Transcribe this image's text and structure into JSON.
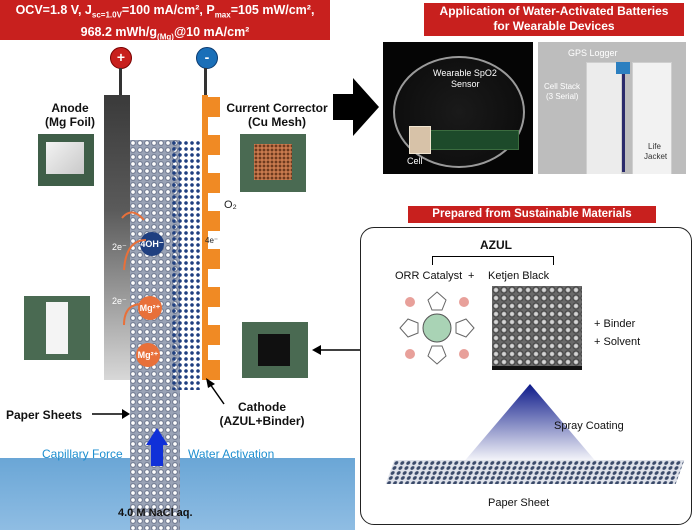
{
  "header": {
    "line1": "OCV=1.8 V, J",
    "line1_sub1": "sc=1.0V",
    "line1_mid": "=100 mA/cm², P",
    "line1_sub2": "max",
    "line1_end": "=105 mW/cm²,",
    "line2": "968.2 mWh/g",
    "line2_sub": "(Mg)",
    "line2_end": "@10 mA/cm²"
  },
  "app_banner": {
    "line1": "Application of Water-Activated Batteries",
    "line2": "for Wearable Devices"
  },
  "photo1": {
    "sensor_label_1": "Wearable SpO2",
    "sensor_label_2": "Sensor",
    "cell_label": "Cell"
  },
  "photo2": {
    "gps_label": "GPS Logger",
    "stack_label_1": "Cell Stack",
    "stack_label_2": "(3 Serial)",
    "jacket_label_1": "Life",
    "jacket_label_2": "Jacket"
  },
  "terminals": {
    "positive": "+",
    "negative": "-"
  },
  "anode": {
    "line1": "Anode",
    "line2": "(Mg Foil)"
  },
  "collector": {
    "line1": "Current Corrector",
    "line2": "(Cu Mesh)"
  },
  "o2_label": "O₂",
  "ions": {
    "oh": "4OH⁻",
    "mg1": "Mg²⁺",
    "mg2": "Mg²⁺",
    "e1": "2e⁻",
    "e2": "2e⁻",
    "e3": "4e⁻"
  },
  "paper_label": "Paper Sheets",
  "cathode": {
    "line1": "Cathode",
    "line2": "(AZUL+Binder)"
  },
  "capillary_label": "Capillary Force",
  "water_label": "Water Activation",
  "nacl_label": "4.0 M NaCl aq.",
  "sustainable_banner": "Prepared from Sustainable Materials",
  "materials": {
    "azul": "AZUL",
    "orr": "ORR Catalyst",
    "plus": "+",
    "ketjen": "Ketjen Black",
    "binder": "+ Binder",
    "solvent": "+ Solvent",
    "spray": "Spray Coating",
    "paper_sheet": "Paper Sheet"
  },
  "colors": {
    "banner_red": "#c8201e",
    "ion_orange": "#e8703a",
    "oh_navy": "#1f3f80",
    "accent_blue": "#1e8fd0",
    "copper": "#f08a24"
  }
}
